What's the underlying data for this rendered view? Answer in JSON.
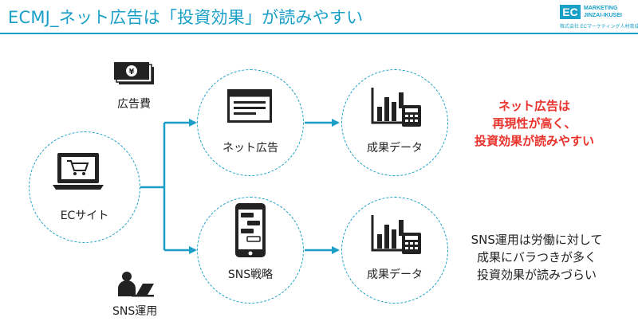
{
  "header": {
    "title": "ECMJ_ネット広告は「投資効果」が読みやすい",
    "logo_mark": "EC",
    "logo_line1": "MARKETING",
    "logo_line2": "JINZAI-IKUSEI",
    "logo_sub": "株式会社 ECマーケティング人材育成"
  },
  "nodes": {
    "ec_site": "ECサイト",
    "net_ad": "ネット広告",
    "sns_strategy": "SNS戦略",
    "result_top": "成果データ",
    "result_bottom": "成果データ"
  },
  "side_labels": {
    "ad_cost": "広告費",
    "sns_ops": "SNS運用"
  },
  "notes": {
    "red": [
      "ネット広告は",
      "再現性が高く、",
      "投資効果が読みやすい"
    ],
    "black": [
      "SNS運用は労働に対して",
      "成果にバラつきが多く",
      "投資効果が読みづらい"
    ]
  },
  "colors": {
    "accent": "#1aa0c8",
    "highlight": "#e8322b",
    "text": "#222222"
  },
  "icons": [
    "money-icon",
    "laptop-cart-icon",
    "browser-window-icon",
    "smartphone-chat-icon",
    "chart-calculator-icon",
    "person-laptop-icon"
  ]
}
